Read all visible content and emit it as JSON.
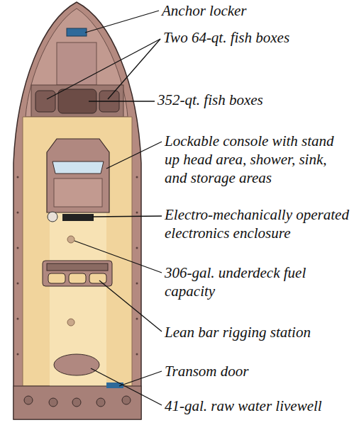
{
  "diagram": {
    "labels": [
      "Anchor locker",
      "Two 64-qt. fish boxes",
      "352-qt. fish boxes",
      "Lockable console with stand up head area, shower, sink, and storage areas",
      "Electro-mechanically operated electronics enclosure",
      "306-gal. underdeck fuel capacity",
      "Lean bar rigging station",
      "Transom door",
      "41-gal. raw water livewell"
    ]
  }
}
